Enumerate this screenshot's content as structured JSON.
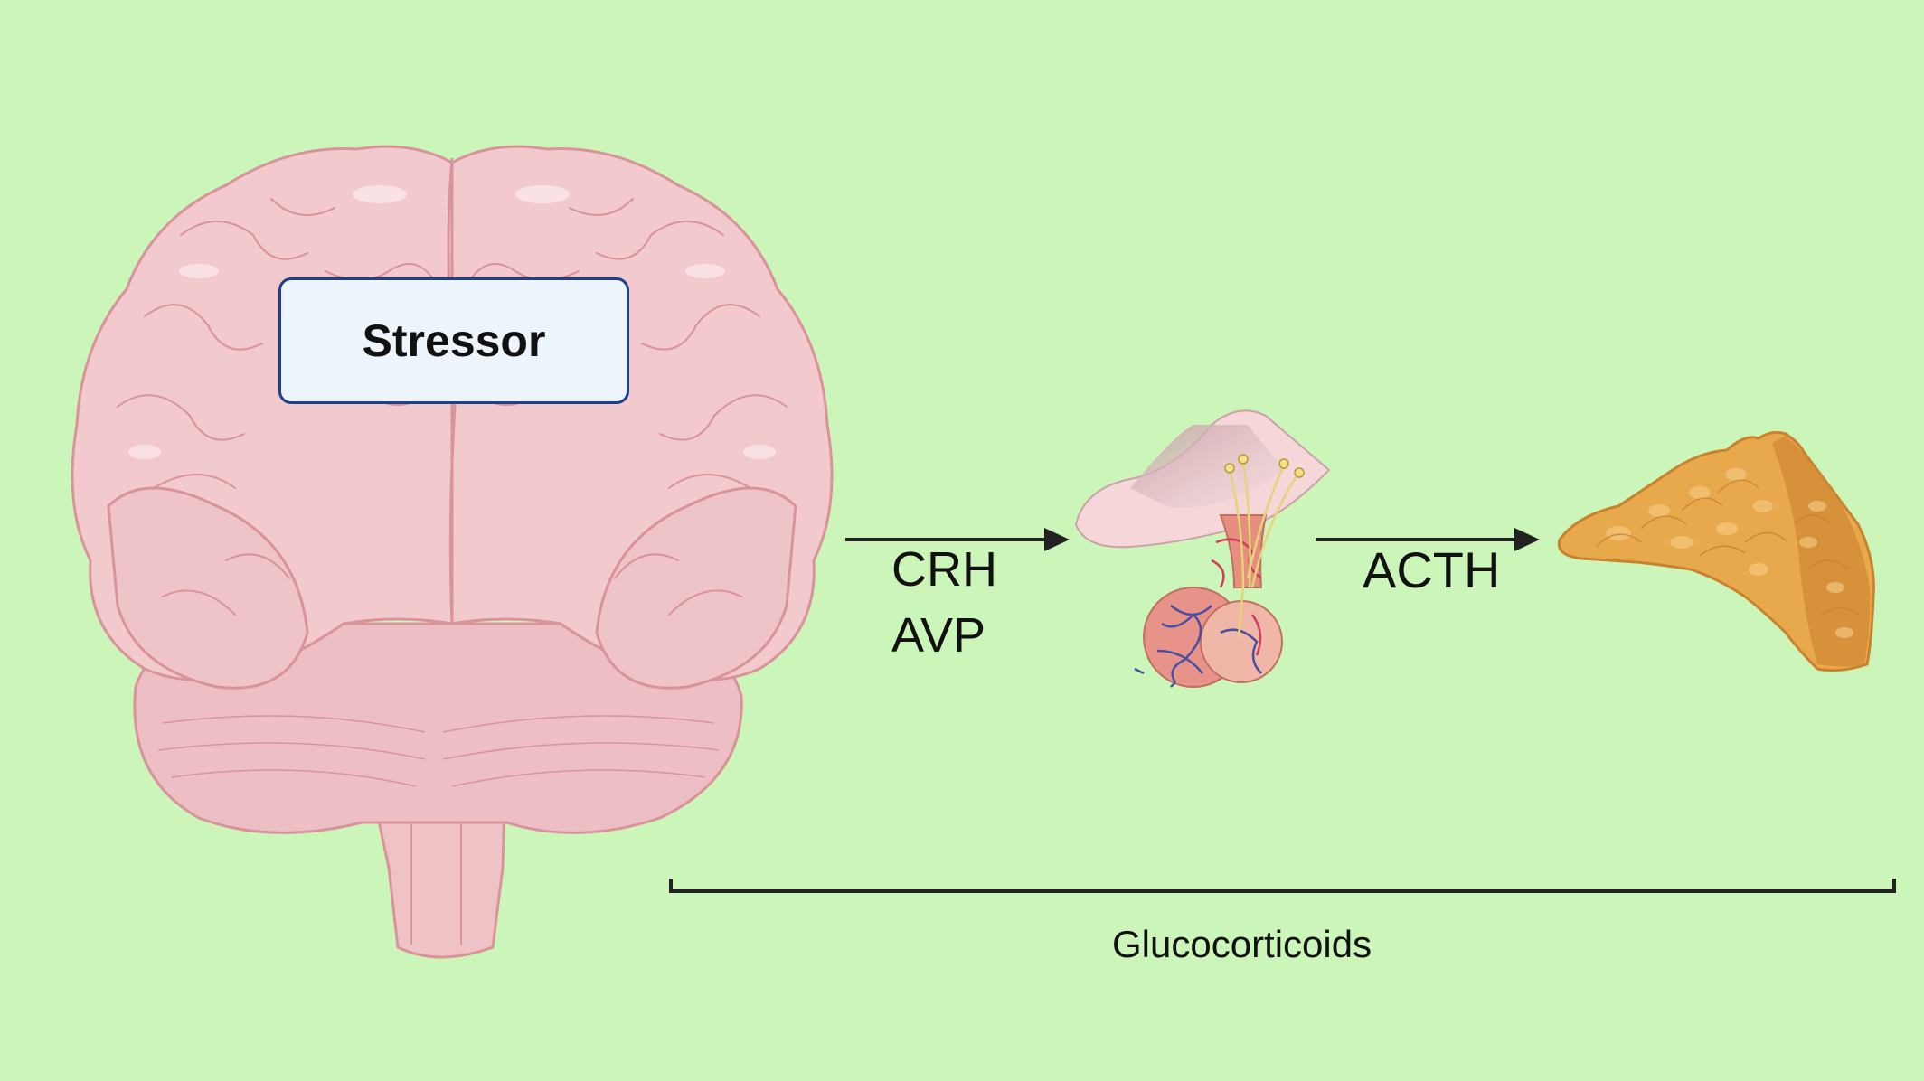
{
  "stressor": {
    "label": "Stressor"
  },
  "hormones": {
    "first": [
      "CRH",
      "AVP"
    ],
    "second": "ACTH",
    "feedback": "Glucocorticoids"
  },
  "colors": {
    "background": "#ccf5b9",
    "brain": "#f2c9cc",
    "brain_outline": "#d9939a",
    "adrenal": "#e8a94c",
    "box_border": "#1f3f8f",
    "arrow": "#222222"
  }
}
